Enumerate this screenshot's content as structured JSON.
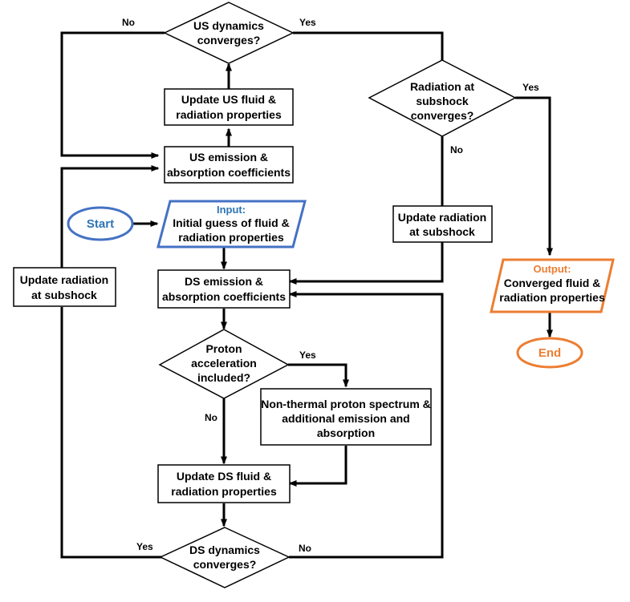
{
  "diagram": {
    "nodes": {
      "us_dynamics": [
        "US dynamics",
        "converges?"
      ],
      "update_us_fluid": [
        "Update US fluid &",
        "radiation properties"
      ],
      "us_emission": [
        "US emission &",
        "absorption coefficients"
      ],
      "start": "Start",
      "input_heading": "Input:",
      "input_body": [
        "Initial guess of fluid &",
        "radiation properties"
      ],
      "update_radiation_left": [
        "Update radiation",
        "at subshock"
      ],
      "ds_emission": [
        "DS emission &",
        "absorption coefficients"
      ],
      "proton": [
        "Proton",
        "acceleration",
        "included?"
      ],
      "nonthermal": [
        "Non-thermal proton spectrum &",
        "additional emission and",
        "absorption"
      ],
      "update_ds_fluid": [
        "Update DS fluid &",
        "radiation properties"
      ],
      "ds_dynamics": [
        "DS dynamics",
        "converges?"
      ],
      "radiation_subshock": [
        "Radiation at",
        "subshock",
        "converges?"
      ],
      "update_radiation_right": [
        "Update radiation",
        "at subshock"
      ],
      "output_heading": "Output:",
      "output_body": [
        "Converged fluid &",
        "radiation properties"
      ],
      "end": "End"
    },
    "edge_labels": {
      "us_no": "No",
      "us_yes": "Yes",
      "rad_yes": "Yes",
      "rad_no": "No",
      "proton_yes": "Yes",
      "proton_no": "No",
      "ds_yes": "Yes",
      "ds_no": "No"
    },
    "colors": {
      "line": "#000000",
      "input_accent": "#4472c4",
      "input_text": "#2e74b5",
      "output_accent": "#ed7d31"
    }
  }
}
